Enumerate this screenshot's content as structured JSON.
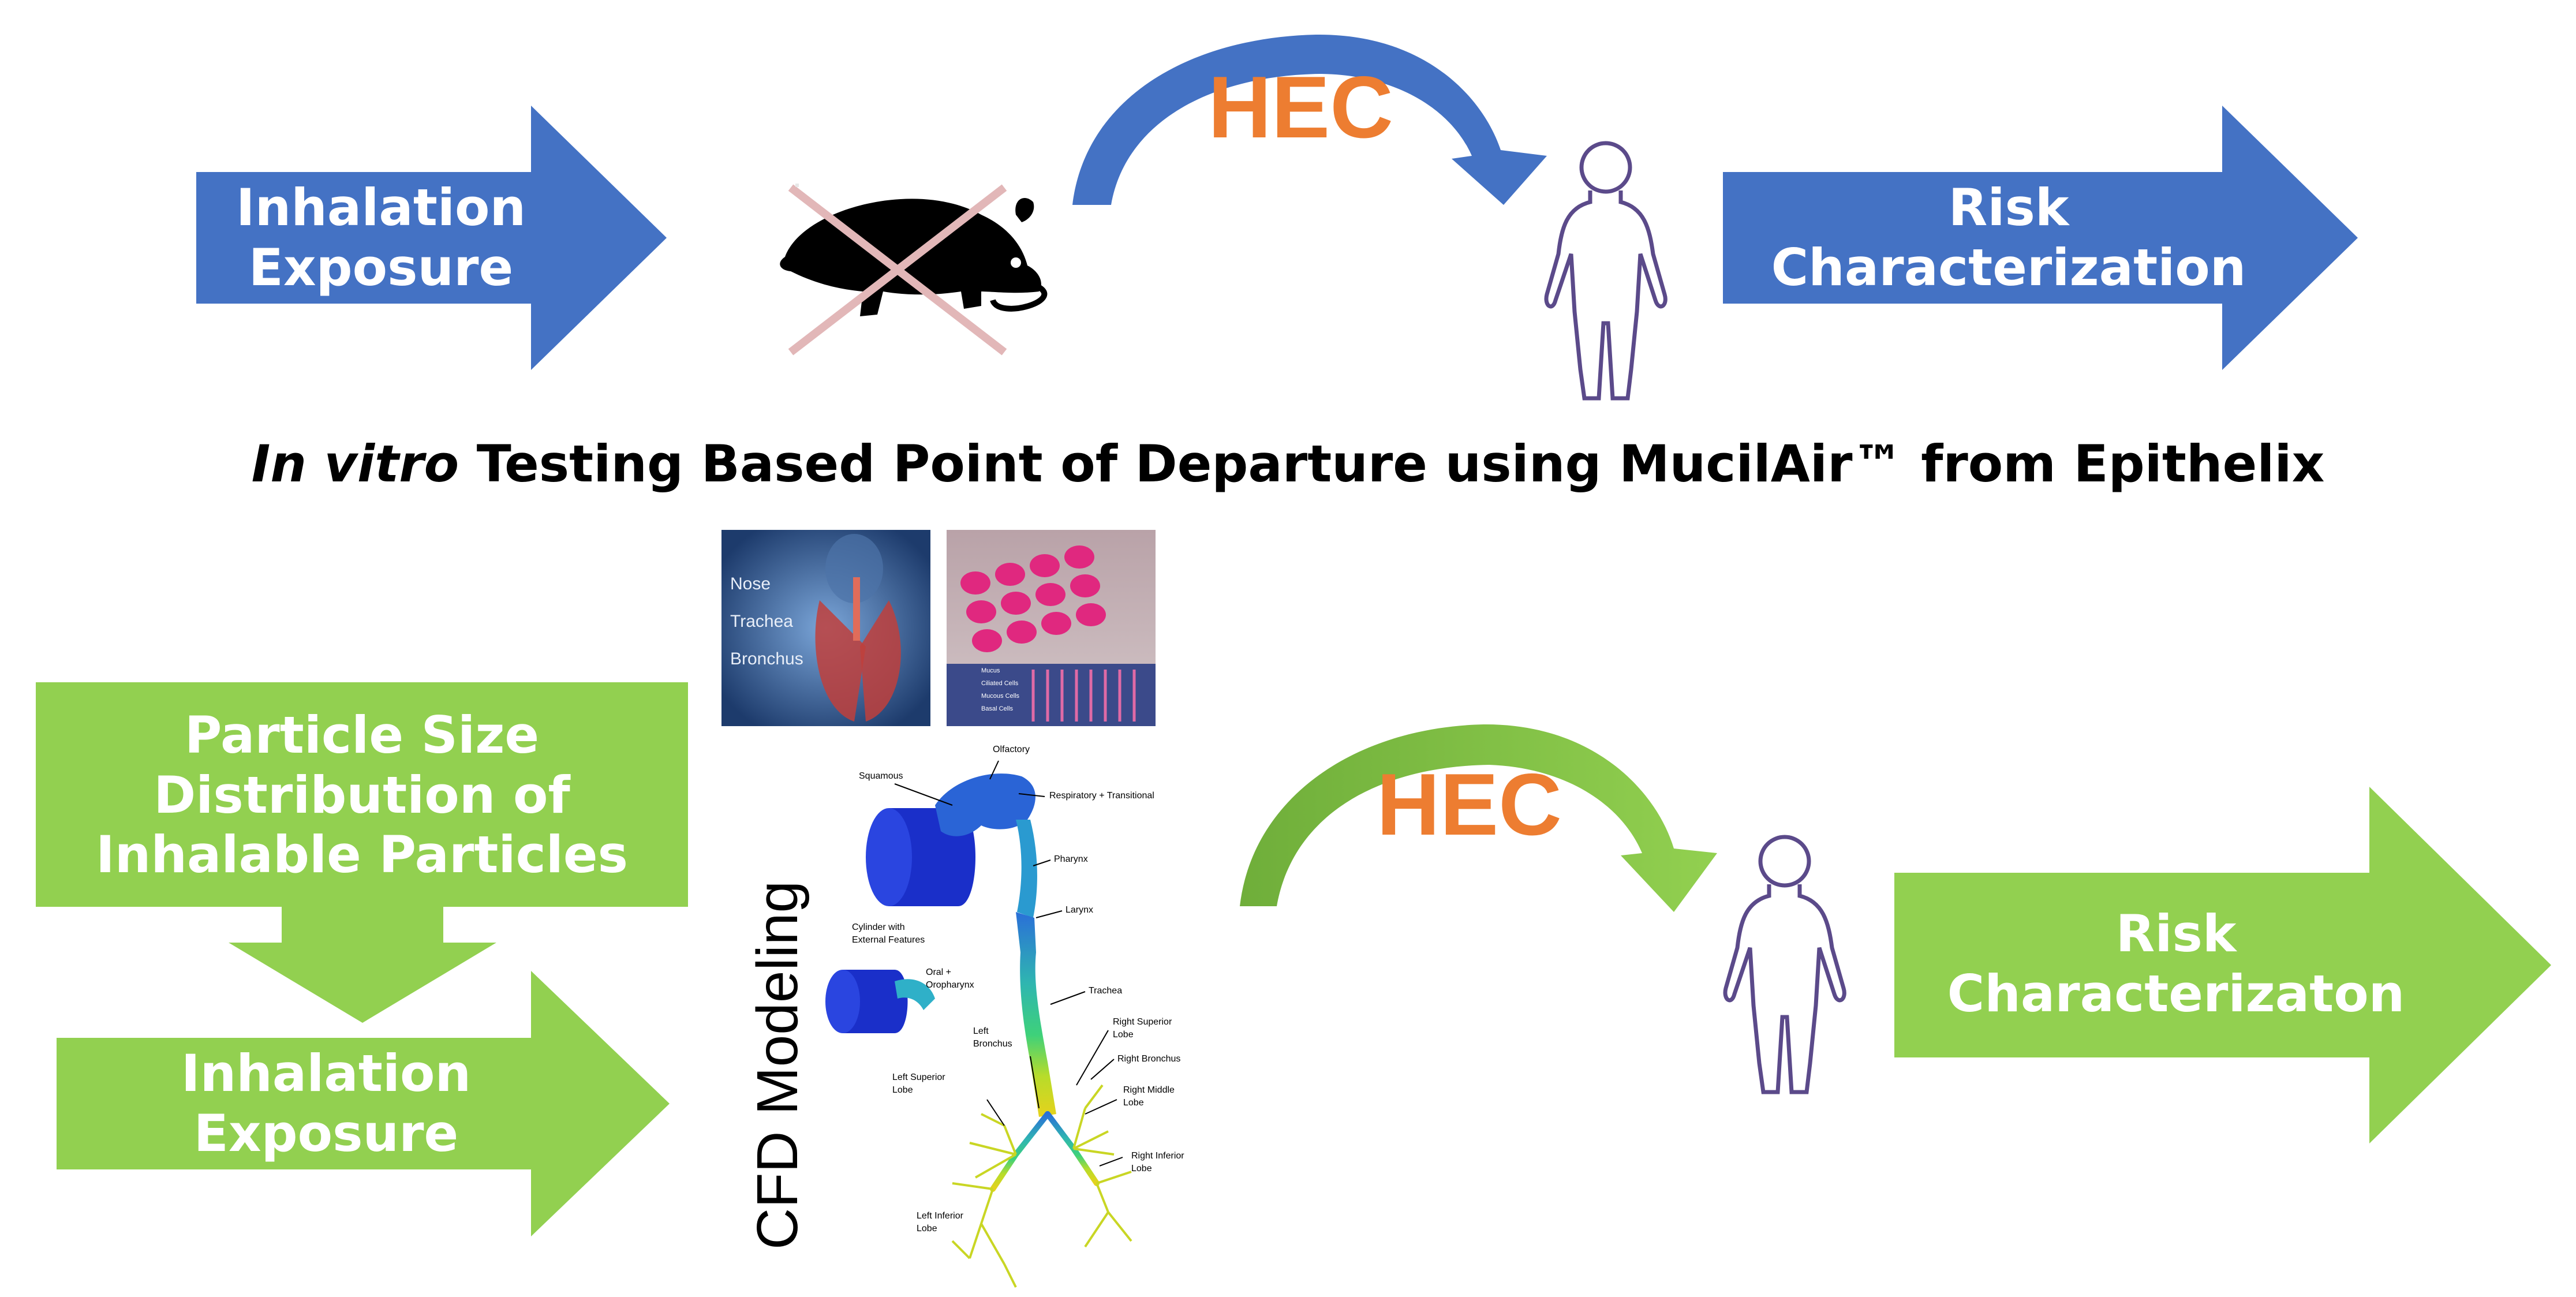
{
  "colors": {
    "blue_arrow": "#4472C4",
    "green_arrow": "#8BC34A",
    "hec_text": "#ED7D31"
  },
  "top_row": {
    "input_arrow": {
      "line1": "Inhalation",
      "line2": "Exposure"
    },
    "hec": "HEC",
    "output_arrow": {
      "line1": "Risk",
      "line2": "Characterization"
    }
  },
  "heading": {
    "italic": "In vitro",
    "rest": " Testing Based Point of Departure using MucilAir™  from Epithelix"
  },
  "airway_panel": {
    "nose": "Nose",
    "trachea": "Trachea",
    "bronchus": "Bronchus"
  },
  "culture_panel": {
    "labels": [
      "Mucus",
      "Ciliated Cells",
      "Mucous Cells",
      "Basal Cells"
    ]
  },
  "cfd": {
    "title": "CFD Modeling",
    "labels": {
      "olfactory": "Olfactory",
      "squamous": "Squamous",
      "respiratory": "Respiratory + Transitional",
      "pharynx": "Pharynx",
      "larynx": "Larynx",
      "cylinder_1": "Cylinder with",
      "cylinder_2": "External Features",
      "oral_1": "Oral +",
      "oral_2": "Oropharynx",
      "trachea": "Trachea",
      "right_superior_1": "Right Superior",
      "right_superior_2": "Lobe",
      "left_bronchus_1": "Left",
      "left_bronchus_2": "Bronchus",
      "right_bronchus": "Right Bronchus",
      "left_superior_1": "Left Superior",
      "left_superior_2": "Lobe",
      "right_middle_1": "Right Middle",
      "right_middle_2": "Lobe",
      "right_inferior_1": "Right Inferior",
      "right_inferior_2": "Lobe",
      "left_inferior_1": "Left Inferior",
      "left_inferior_2": "Lobe"
    }
  },
  "bottom_row": {
    "particle_box": {
      "line1": "Particle Size",
      "line2": "Distribution of",
      "line3": "Inhalable Particles"
    },
    "input_arrow": {
      "line1": "Inhalation",
      "line2": "Exposure"
    },
    "hec": "HEC",
    "output_arrow": {
      "line1": "Risk",
      "line2": "Characterizaton"
    }
  }
}
